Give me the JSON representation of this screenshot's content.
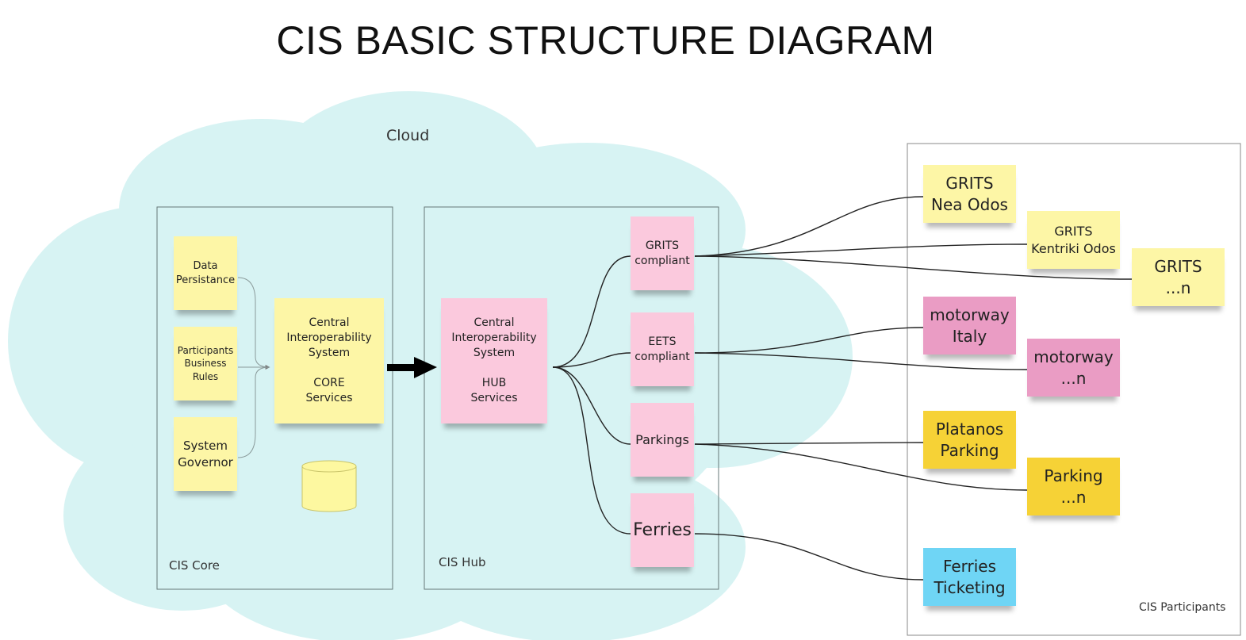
{
  "title": "CIS BASIC STRUCTURE DIAGRAM",
  "cloud_label": "Cloud",
  "containers": {
    "core": "CIS Core",
    "hub": "CIS Hub",
    "participants": "CIS Participants"
  },
  "core_notes": {
    "data_persistance": "Data\nPersistance",
    "business_rules": "Participants\nBusiness\nRules",
    "system_governor": "System\nGovernor",
    "central_core": "Central\nInteroperability\nSystem\n\nCORE\nServices"
  },
  "hub_notes": {
    "central_hub": "Central\nInteroperability\nSystem\n\nHUB\nServices",
    "grits_compliant": "GRITS\ncompliant",
    "eets_compliant": "EETS\ncompliant",
    "parkings": "Parkings",
    "ferries": "Ferries"
  },
  "participant_notes": {
    "grits_nea_odos": "GRITS\nNea Odos",
    "grits_kentriki_odos": "GRITS\nKentriki Odos",
    "grits_n": "GRITS\n...n",
    "motorway_italy": "motorway\nItaly",
    "motorway_n": "motorway\n...n",
    "platanos_parking": "Platanos\nParking",
    "parking_n": "Parking\n...n",
    "ferries_ticketing": "Ferries\nTicketing"
  },
  "colors": {
    "cloud": "#d7f3f3",
    "yellow_note": "#fdf6a6",
    "pink_note": "#fbc9dd",
    "magenta_note": "#ea9cc4",
    "gold_note": "#f6d236",
    "cyan_note": "#6fd5f5",
    "database": "#fdf8a0"
  },
  "icons": [
    "database-icon",
    "arrow-right-icon"
  ]
}
